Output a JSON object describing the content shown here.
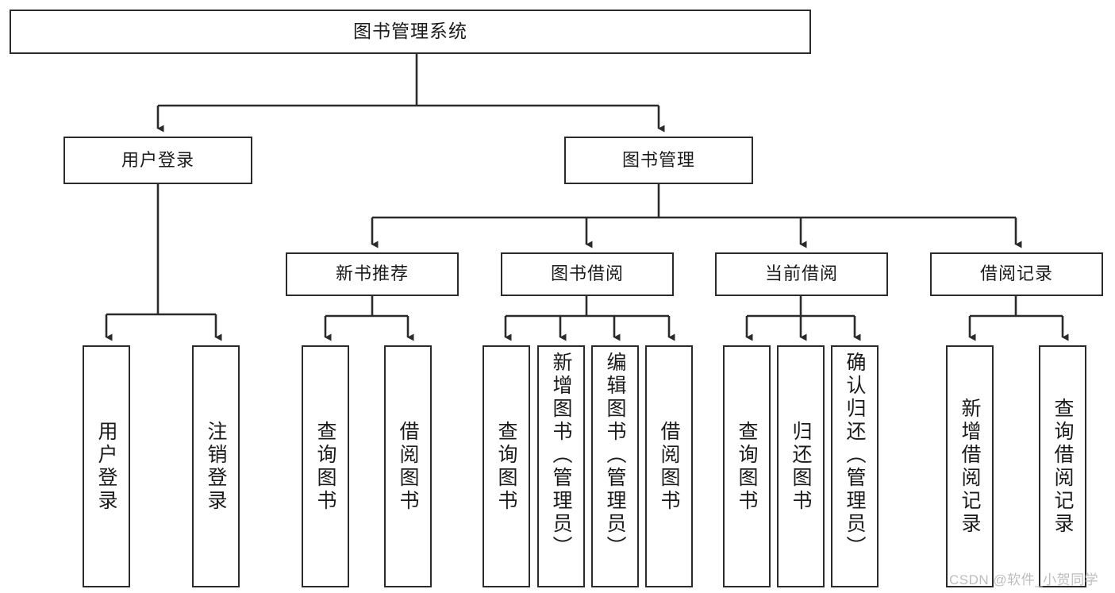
{
  "diagram": {
    "type": "tree",
    "title": "图书管理系统",
    "orientation": "top-down",
    "colors": {
      "box_border": "#2b2b2b",
      "box_fill": "#ffffff",
      "edge": "#2b2b2b",
      "text": "#1b1b1b",
      "watermark": "#bdbdbd",
      "background": "#ffffff"
    }
  },
  "root": {
    "label": "图书管理系统"
  },
  "level2": [
    {
      "label": "用户登录"
    },
    {
      "label": "图书管理"
    }
  ],
  "level3": [
    {
      "label": "新书推荐"
    },
    {
      "label": "图书借阅"
    },
    {
      "label": "当前借阅"
    },
    {
      "label": "借阅记录"
    }
  ],
  "leaves": {
    "user_login": [
      {
        "label": "用户登录"
      },
      {
        "label": "注销登录"
      }
    ],
    "new_book_recommend": [
      {
        "label": "查询图书"
      },
      {
        "label": "借阅图书"
      }
    ],
    "book_borrow": [
      {
        "label": "查询图书"
      },
      {
        "label": "新增图书（管理员）"
      },
      {
        "label": "编辑图书（管理员）"
      },
      {
        "label": "借阅图书"
      }
    ],
    "current_borrow": [
      {
        "label": "查询图书"
      },
      {
        "label": "归还图书"
      },
      {
        "label": "确认归还（管理员）"
      }
    ],
    "borrow_record": [
      {
        "label": "新增借阅记录"
      },
      {
        "label": "查询借阅记录"
      }
    ]
  },
  "watermark": {
    "text": "CSDN @软件_小贺同学"
  }
}
